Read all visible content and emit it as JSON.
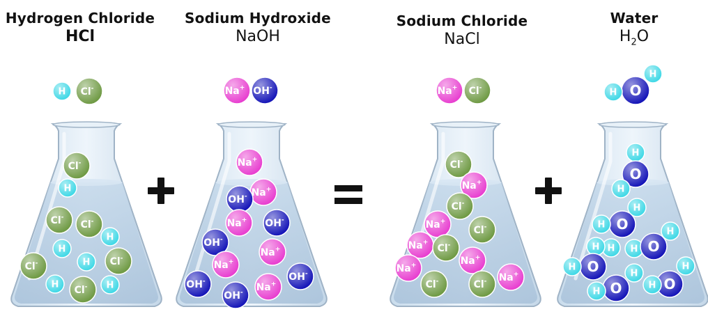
{
  "compounds": [
    {
      "name": "Hydrogen Chloride",
      "formula": "HCl"
    },
    {
      "name": "Sodium Hydroxide",
      "formula": "NaOH"
    },
    {
      "name": "Sodium Chloride",
      "formula": "NaCl"
    },
    {
      "name": "Water",
      "formula_main": "H",
      "formula_sub": "2",
      "formula_end": "O"
    }
  ],
  "operators": {
    "plus": "+",
    "equals": "="
  },
  "ions": {
    "H": {
      "label": "H",
      "color": "#3fd8e6"
    },
    "Cl": {
      "label": "Cl",
      "charge": "-",
      "color": "#6f9a44"
    },
    "Na": {
      "label": "Na",
      "charge": "+",
      "color": "#e83fd0"
    },
    "OH": {
      "label": "OH",
      "charge": "-",
      "color": "#1515b8"
    },
    "O": {
      "label": "O",
      "color": "#1515b8"
    }
  },
  "colors": {
    "flask_glass": "#dbe9f4",
    "liquid": "#b5cde3",
    "flask_edge": "#9fb3c6"
  }
}
